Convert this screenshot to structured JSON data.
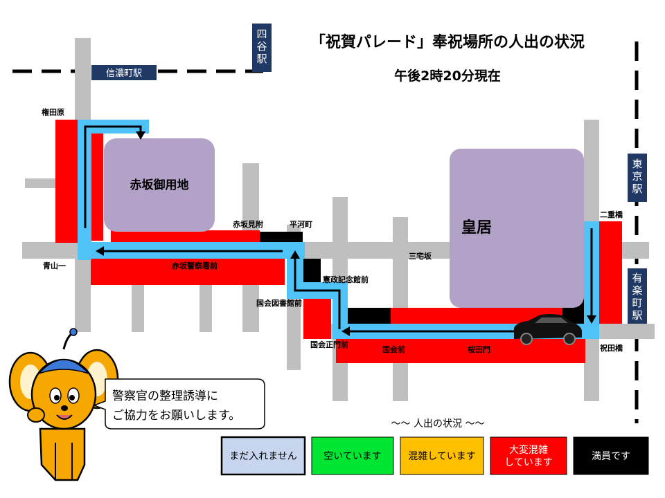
{
  "title": "「祝賀パレード」奉祝場所の人出の状況",
  "subtitle": "午後2時20分現在",
  "stations": {
    "shinanomachi": "信濃町駅",
    "yotsuya": "四谷駅",
    "tokyo": "東京駅",
    "yurakucho": "有楽町駅"
  },
  "areas": {
    "akasaka_palace": "赤坂御用地",
    "imperial_palace": "皇居"
  },
  "places": {
    "gondawara": "権田原",
    "aoyama_itchome": "青山一",
    "akasaka_keisatsusho": "赤坂警察署前",
    "akasaka_mitsuke": "赤坂見附",
    "hirakawacho": "平河町",
    "miyakezaka": "三宅坂",
    "kensei_kinenkan": "憲政記念館前",
    "kokkai_toshokan": "国会図書館前",
    "kokkai_seimon": "国会正門前",
    "kokkai_mae": "国会前",
    "sakuradamon": "桜田門",
    "nijubashi": "二重橋",
    "hibiyabashi": "祝田橋"
  },
  "speech": {
    "line1": "警察官の整理誘導に",
    "line2": "ご協力をお願いします。"
  },
  "legend": {
    "title": "〜〜 人出の状況 〜〜",
    "items": [
      {
        "label": "まだ入れません",
        "fill": "#c7d6ee",
        "text": "#000000"
      },
      {
        "label": "空いています",
        "fill": "#00e632",
        "text": "#000000"
      },
      {
        "label": "混雑しています",
        "fill": "#ffc000",
        "text": "#000000"
      },
      {
        "label": "大変混雑 しています",
        "line1": "大変混雑",
        "line2": "しています",
        "fill": "#ff0000",
        "text": "#ffffff"
      },
      {
        "label": "満員です",
        "fill": "#000000",
        "text": "#ffffff"
      }
    ]
  },
  "colors": {
    "road": "#bfbfbf",
    "route": "#4fc3f7",
    "crowded_very": "#ff0000",
    "full": "#000000",
    "area": "#b3a2c7",
    "station": "#1f3864"
  }
}
